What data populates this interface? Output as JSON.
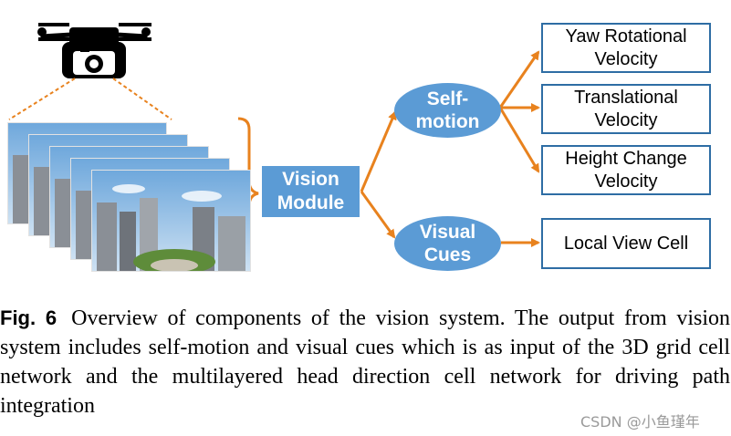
{
  "diagram": {
    "vision_module_label": "Vision\nModule",
    "self_motion_label": "Self-\nmotion",
    "visual_cues_label": "Visual\nCues",
    "outputs": {
      "yaw": "Yaw Rotational\nVelocity",
      "translational": "Translational\nVelocity",
      "height": "Height Change\nVelocity",
      "local_view": "Local View Cell"
    },
    "colors": {
      "node_fill": "#5b9bd5",
      "arrow": "#e8821e",
      "output_border": "#2e6da4"
    },
    "icons": [
      "drone-camera-icon",
      "panoramic-image-stack"
    ]
  },
  "caption": {
    "figure_label": "Fig. 6",
    "text": "Overview of components of the vision system. The output from vision system includes self-motion and visual cues which is as input of the 3D grid cell network and the multilayered head direction cell network for driving path integration"
  },
  "watermark": "CSDN @小鱼瑾年"
}
